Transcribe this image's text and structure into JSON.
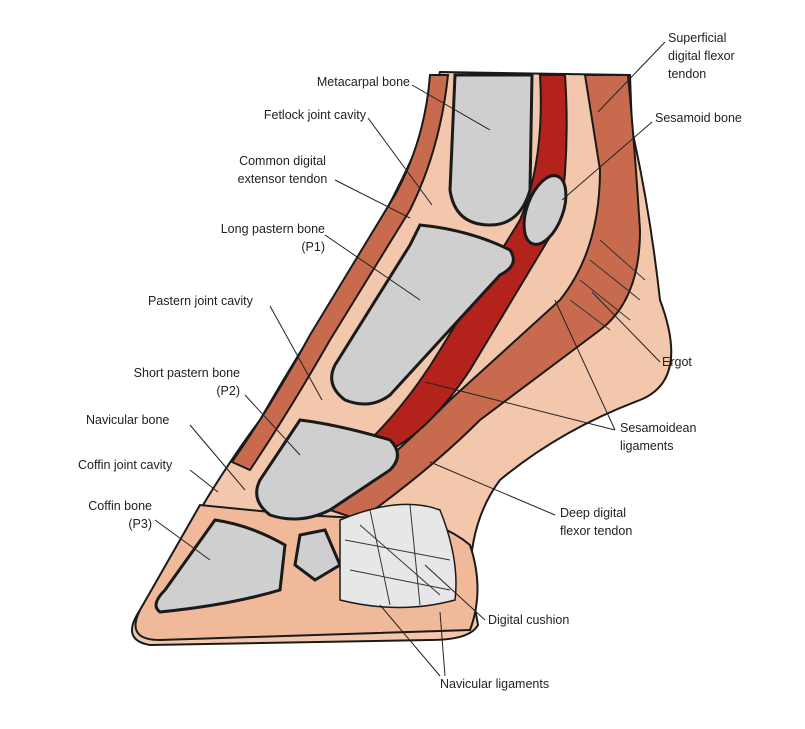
{
  "labels": {
    "metacarpal": "Metacarpal bone",
    "fetlock": "Fetlock joint cavity",
    "common_ext_1": "Common digital",
    "common_ext_2": "extensor tendon",
    "long_pastern_1": "Long pastern bone",
    "long_pastern_2": "(P1)",
    "pastern_joint": "Pastern joint cavity",
    "short_pastern_1": "Short pastern bone",
    "short_pastern_2": "(P2)",
    "navicular": "Navicular bone",
    "coffin_joint": "Coffin joint cavity",
    "coffin_bone_1": "Coffin bone",
    "coffin_bone_2": "(P3)",
    "superficial_1": "Superficial",
    "superficial_2": "digital flexor",
    "superficial_3": "tendon",
    "sesamoid": "Sesamoid bone",
    "ergot": "Ergot",
    "sesamoidean_1": "Sesamoidean",
    "sesamoidean_2": "ligaments",
    "deep_flexor_1": "Deep digital",
    "deep_flexor_2": "flexor tendon",
    "digital_cushion": "Digital cushion",
    "navicular_lig": "Navicular ligaments"
  },
  "colors": {
    "skin": "#f3c7ac",
    "tendon": "#c86a4e",
    "deep_red": "#b3231b",
    "bone": "#cfcfcf",
    "outline": "#1a1a1a"
  }
}
